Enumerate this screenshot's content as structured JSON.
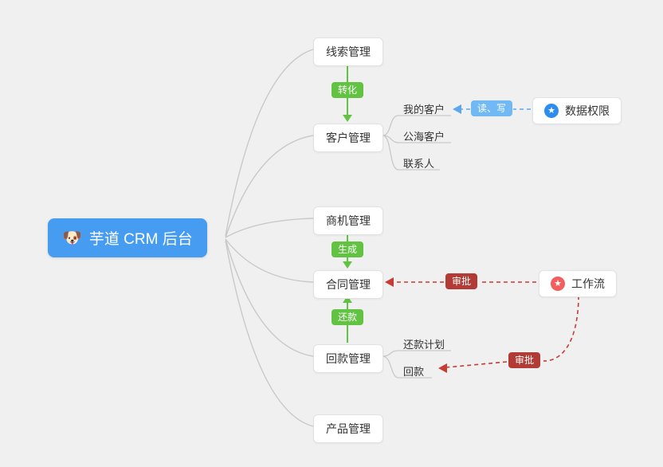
{
  "root": {
    "label": "芋道 CRM 后台",
    "icon": "🐶"
  },
  "branches": [
    {
      "id": "leads",
      "label": "线索管理"
    },
    {
      "id": "customer",
      "label": "客户管理",
      "children": [
        "我的客户",
        "公海客户",
        "联系人"
      ]
    },
    {
      "id": "opportunity",
      "label": "商机管理"
    },
    {
      "id": "contract",
      "label": "合同管理"
    },
    {
      "id": "receivable",
      "label": "回款管理",
      "children": [
        "还款计划",
        "回款"
      ]
    },
    {
      "id": "product",
      "label": "产品管理"
    }
  ],
  "side_nodes": [
    {
      "id": "data-permission",
      "label": "数据权限",
      "icon_glyph": "★",
      "icon_color": "#2D8CF0"
    },
    {
      "id": "workflow",
      "label": "工作流",
      "icon_glyph": "★",
      "icon_color": "#F25E5E"
    }
  ],
  "edge_labels": {
    "convert": "转化",
    "generate": "生成",
    "repay": "还款",
    "read_write": "读、写",
    "approve_contract": "审批",
    "approve_receivable": "审批"
  },
  "colors": {
    "canvas_bg": "#F0F0F0",
    "root_bg": "#469CF1",
    "green_badge": "#62C342",
    "blue_badge": "#70B9F4",
    "red_badge": "#B23C35",
    "blue_dashed": "#5BA8EE",
    "red_dashed": "#C63C35",
    "connector_gray": "#C9C9C9"
  }
}
